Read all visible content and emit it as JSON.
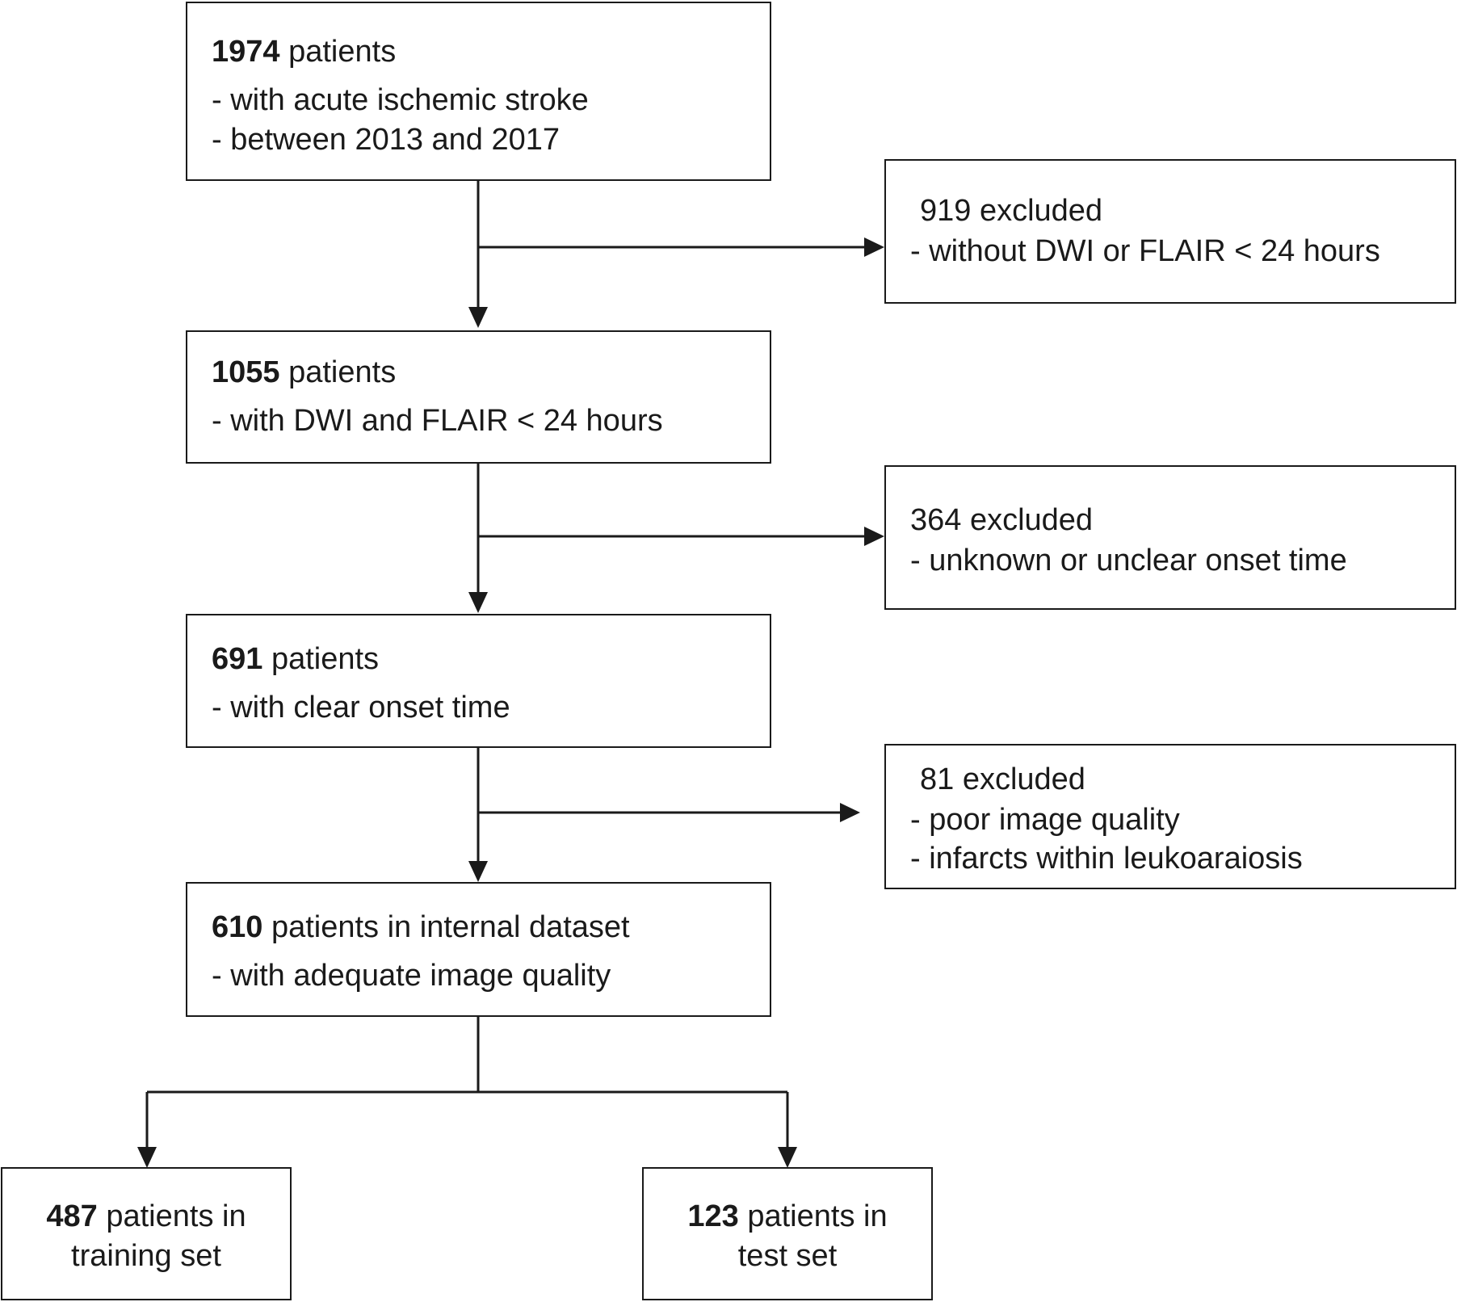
{
  "flow": {
    "start": {
      "count": "1974",
      "label": " patients",
      "lines": [
        "- with acute ischemic stroke",
        "- between 2013 and 2017"
      ]
    },
    "exclusion1": {
      "title": "919 excluded",
      "lines": [
        "- without DWI or FLAIR < 24 hours"
      ]
    },
    "step2": {
      "count": "1055",
      "label": " patients",
      "lines": [
        "- with DWI and FLAIR < 24 hours"
      ]
    },
    "exclusion2": {
      "title": "364 excluded",
      "lines": [
        "- unknown or unclear onset time"
      ]
    },
    "step3": {
      "count": "691",
      "label": " patients",
      "lines": [
        "- with clear onset time"
      ]
    },
    "exclusion3": {
      "title": "81 excluded",
      "lines": [
        "- poor image quality",
        "- infarcts within leukoaraiosis"
      ]
    },
    "internal": {
      "count": "610",
      "label": " patients in internal dataset",
      "lines": [
        "- with adequate image quality"
      ]
    },
    "training": {
      "count": "487",
      "label": " patients in",
      "line2": "training set"
    },
    "test": {
      "count": "123",
      "label": " patients in",
      "line2": "test set"
    }
  }
}
